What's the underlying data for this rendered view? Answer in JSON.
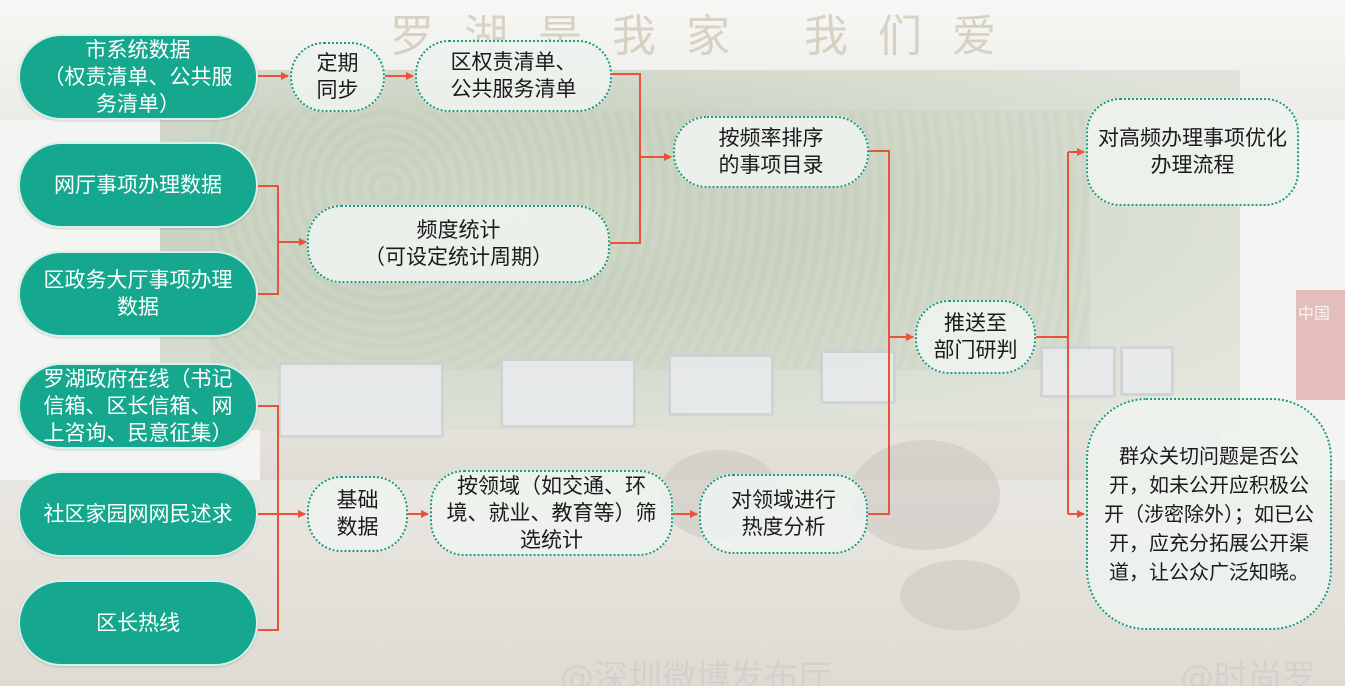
{
  "sources": {
    "s1": "市系统数据\n（权责清单、公共服务清单）",
    "s2": "网厅事项办理数据",
    "s3": "区政务大厅事项办理数据",
    "s4": "罗湖政府在线（书记信箱、区长信箱、网上咨询、民意征集）",
    "s5": "社区家园网网民述求",
    "s6": "区长热线"
  },
  "process": {
    "sync": "定期\n同步",
    "district_list": "区权责清单、\n公共服务清单",
    "freq_stats": "频度统计\n（可设定统计周期）",
    "ranked_catalog": "按频率排序\n的事项目录",
    "base_data": "基础\n数据",
    "domain_filter": "按领域（如交通、环境、就业、教育等）筛选统计",
    "heat_analysis": "对领域进行\n热度分析",
    "push": "推送至\n部门研判",
    "optimize": "对高频办理事项优化办理流程",
    "disclose": "群众关切问题是否公开，如未公开应积极公开（涉密除外）；如已公开，应充分拓展公开渠道，让公众广泛知晓。"
  },
  "background": {
    "sign_text": "罗湖是我家 我们爱",
    "watermark_left": "@深圳微博发布厅",
    "watermark_right": "@时尚罗",
    "side_label": "中国"
  },
  "colors": {
    "teal": "#16a88e",
    "arrow": "#e8533a",
    "dotted_border": "#1d9b80"
  }
}
